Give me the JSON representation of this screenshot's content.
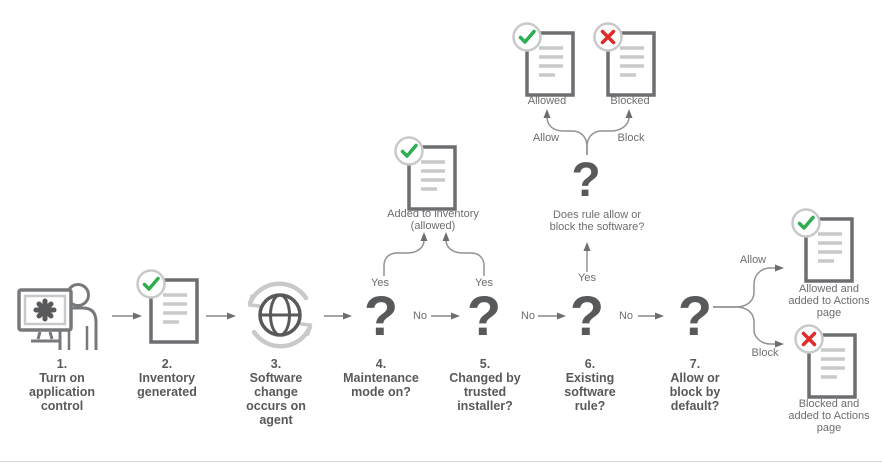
{
  "diagram": "application-control-flowchart",
  "steps": [
    {
      "num": "1.",
      "label": "Turn on application control"
    },
    {
      "num": "2.",
      "label": "Inventory generated"
    },
    {
      "num": "3.",
      "label": "Software change occurs on agent"
    },
    {
      "num": "4.",
      "label": "Maintenance mode on?"
    },
    {
      "num": "5.",
      "label": "Changed by trusted installer?"
    },
    {
      "num": "6.",
      "label": "Existing software rule?"
    },
    {
      "num": "7.",
      "label": "Allow or block by default?"
    }
  ],
  "branch_labels": {
    "yes": "Yes",
    "no": "No",
    "allow": "Allow",
    "block": "Block"
  },
  "captions": {
    "inventory": "Added to inventory (allowed)",
    "rule_question": "Does rule allow or block the software?",
    "allowed": "Allowed",
    "blocked": "Blocked",
    "final_allowed": "Allowed and added to Actions page",
    "final_blocked": "Blocked and added to Actions page"
  },
  "glyphs": {
    "question": "?"
  },
  "icons": {
    "step1": "monitor-user-icon",
    "step2": "document-check-icon",
    "step3": "globe-sync-icon",
    "decision": "question-mark",
    "allowed_doc": "document-check-icon",
    "blocked_doc": "document-cross-icon"
  },
  "colors": {
    "dark_gray": "#58595b",
    "outline_gray": "#77787b",
    "doc_stroke": "#6d6e71",
    "light_gray": "#c8c9ca",
    "arrow_gray": "#85878a",
    "text_gray": "#6d6e71",
    "green": "#2eae51",
    "red": "#e02b2b"
  }
}
